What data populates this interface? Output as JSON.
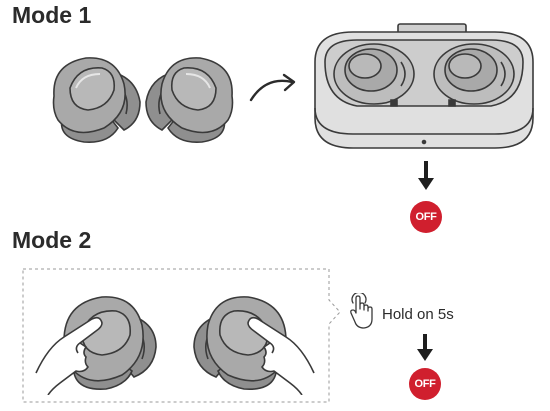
{
  "mode1": {
    "title": "Mode 1",
    "off_label": "OFF",
    "icons": [
      "earbud-left-icon",
      "earbud-right-icon",
      "curved-arrow-icon",
      "charging-case-icon",
      "arrow-down-icon"
    ]
  },
  "mode2": {
    "title": "Mode 2",
    "instruction": "Hold on 5s",
    "off_label": "OFF",
    "icons": [
      "finger-tap-earbud-left-icon",
      "finger-tap-earbud-right-icon",
      "touch-hand-icon",
      "arrow-down-icon"
    ]
  },
  "colors": {
    "text": "#2b2b2b",
    "earbud": "#a9a9a9",
    "off_badge": "#d01f2e"
  }
}
